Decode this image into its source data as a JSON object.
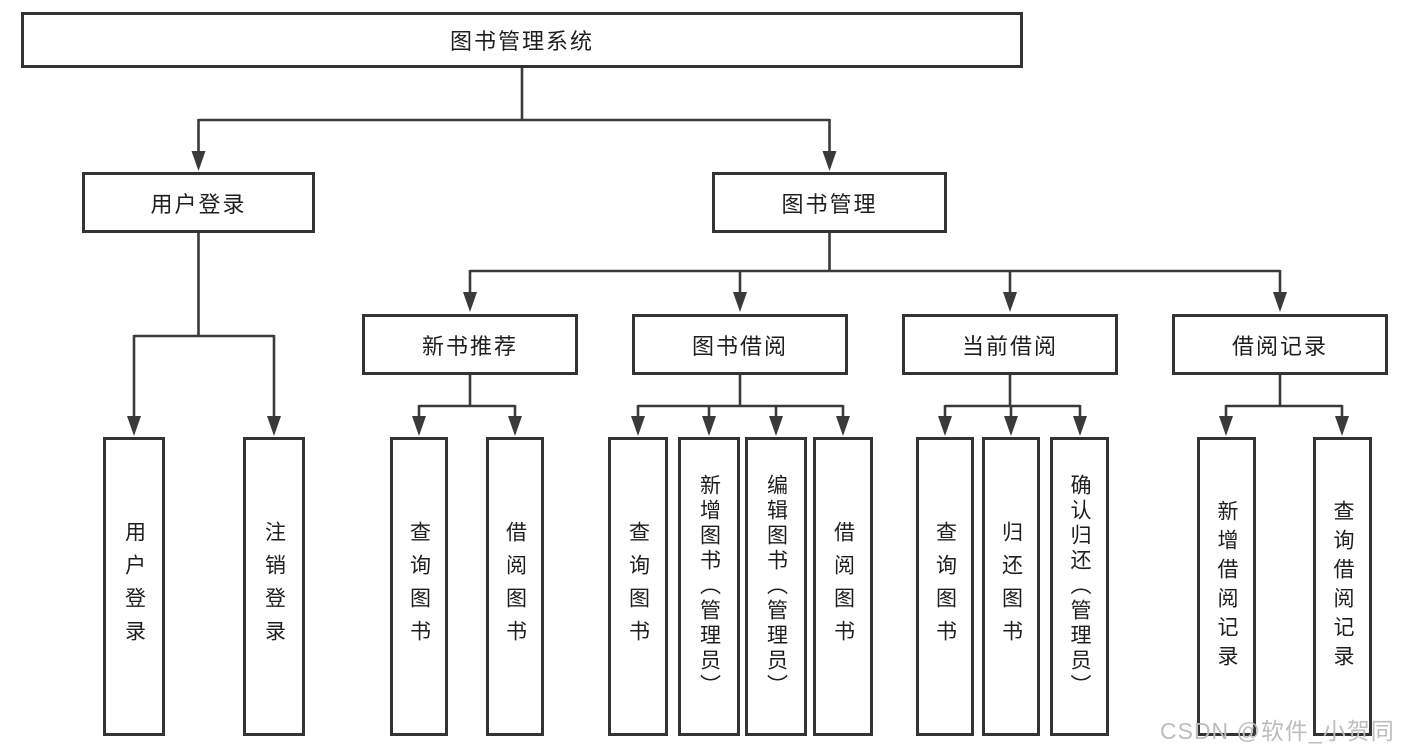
{
  "colors": {
    "line": "#3a3a3a",
    "box_border": "#333333",
    "text": "#1e1e1e",
    "background": "#ffffff",
    "watermark": "#bdbdbd"
  },
  "tree": {
    "root": {
      "label": "图书管理系统"
    },
    "branches": [
      {
        "label": "用户登录",
        "children": [
          {
            "label": "用户登录"
          },
          {
            "label": "注销登录"
          }
        ]
      },
      {
        "label": "图书管理",
        "children": [
          {
            "label": "新书推荐",
            "children": [
              {
                "label": "查询图书"
              },
              {
                "label": "借阅图书"
              }
            ]
          },
          {
            "label": "图书借阅",
            "children": [
              {
                "label": "查询图书"
              },
              {
                "label": "新增图书（管理员）"
              },
              {
                "label": "编辑图书（管理员）"
              },
              {
                "label": "借阅图书"
              }
            ]
          },
          {
            "label": "当前借阅",
            "children": [
              {
                "label": "查询图书"
              },
              {
                "label": "归还图书"
              },
              {
                "label": "确认归还（管理员）"
              }
            ]
          },
          {
            "label": "借阅记录",
            "children": [
              {
                "label": "新增借阅记录"
              },
              {
                "label": "查询借阅记录"
              }
            ]
          }
        ]
      }
    ]
  },
  "watermark": {
    "text": "CSDN @软件_小贺同学"
  }
}
